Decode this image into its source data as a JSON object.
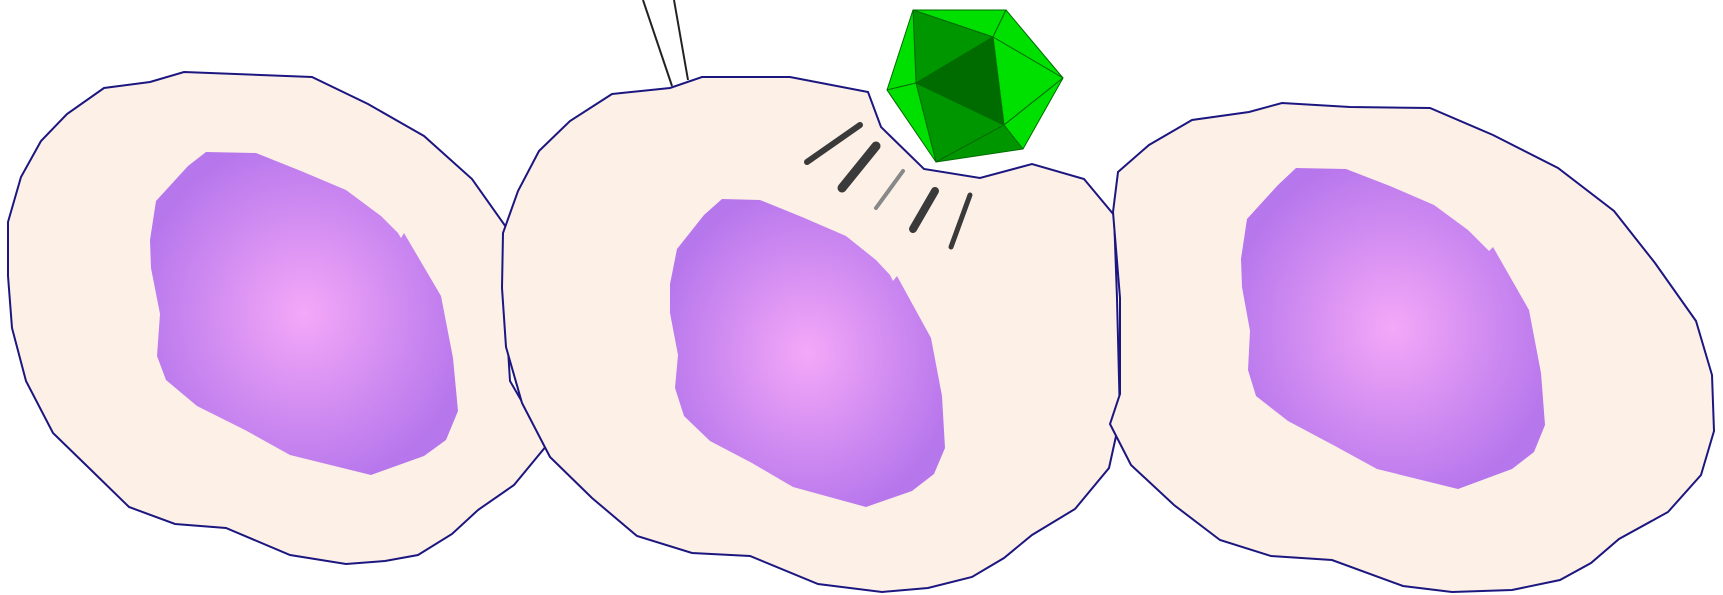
{
  "diagram": {
    "cells": [
      {
        "name": "cell-left"
      },
      {
        "name": "cell-center"
      },
      {
        "name": "cell-right"
      }
    ],
    "virus": {
      "name": "virus-particle"
    },
    "entry_particles": {
      "count": 5
    },
    "colors": {
      "background": "#ffffff",
      "cytoplasm": "#fdf0e6",
      "membrane_stroke": "#1c1780",
      "nucleus_center": "#f4a8f8",
      "nucleus_edge": "#b676ec",
      "virus_dark": "#006c00",
      "virus_mid": "#009600",
      "virus_light": "#00e000",
      "particle_dark": "#3a3a3a",
      "particle_light": "#888888",
      "filament": "#222222"
    }
  }
}
